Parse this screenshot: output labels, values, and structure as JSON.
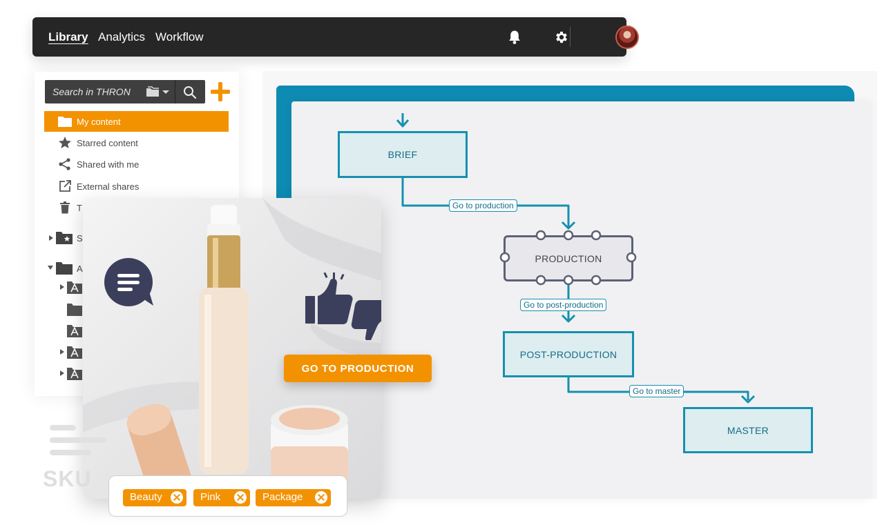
{
  "nav": {
    "items": [
      {
        "label": "Library",
        "active": true
      },
      {
        "label": "Analytics",
        "active": false
      },
      {
        "label": "Workflow",
        "active": false
      }
    ],
    "icons": [
      "bell-icon",
      "gear-icon",
      "avatar"
    ]
  },
  "search": {
    "placeholder": "Search in THRON"
  },
  "library_menu": [
    {
      "label": "My content",
      "icon": "folder-icon",
      "selected": true
    },
    {
      "label": "Starred content",
      "icon": "star-icon",
      "selected": false
    },
    {
      "label": "Shared with me",
      "icon": "share-icon",
      "selected": false
    },
    {
      "label": "External shares",
      "icon": "external-link-icon",
      "selected": false
    },
    {
      "label": "T",
      "icon": "trash-icon",
      "selected": false
    }
  ],
  "tree": [
    {
      "label": "S",
      "expanded": false
    },
    {
      "label": "A",
      "expanded": true
    }
  ],
  "workflow": {
    "nodes": {
      "brief": "BRIEF",
      "production": "PRODUCTION",
      "post_production": "POST-PRODUCTION",
      "master": "MASTER"
    },
    "edges": {
      "to_production": "Go to production",
      "to_post": "Go to post-production",
      "to_master": "Go to master"
    }
  },
  "card": {
    "cta": "GO TO PRODUCTION"
  },
  "tags": [
    "Beauty",
    "Pink",
    "Package"
  ],
  "watermark": "SKU",
  "colors": {
    "accent": "#f39200",
    "workflow_teal": "#1590b0",
    "navbar": "#262626"
  }
}
